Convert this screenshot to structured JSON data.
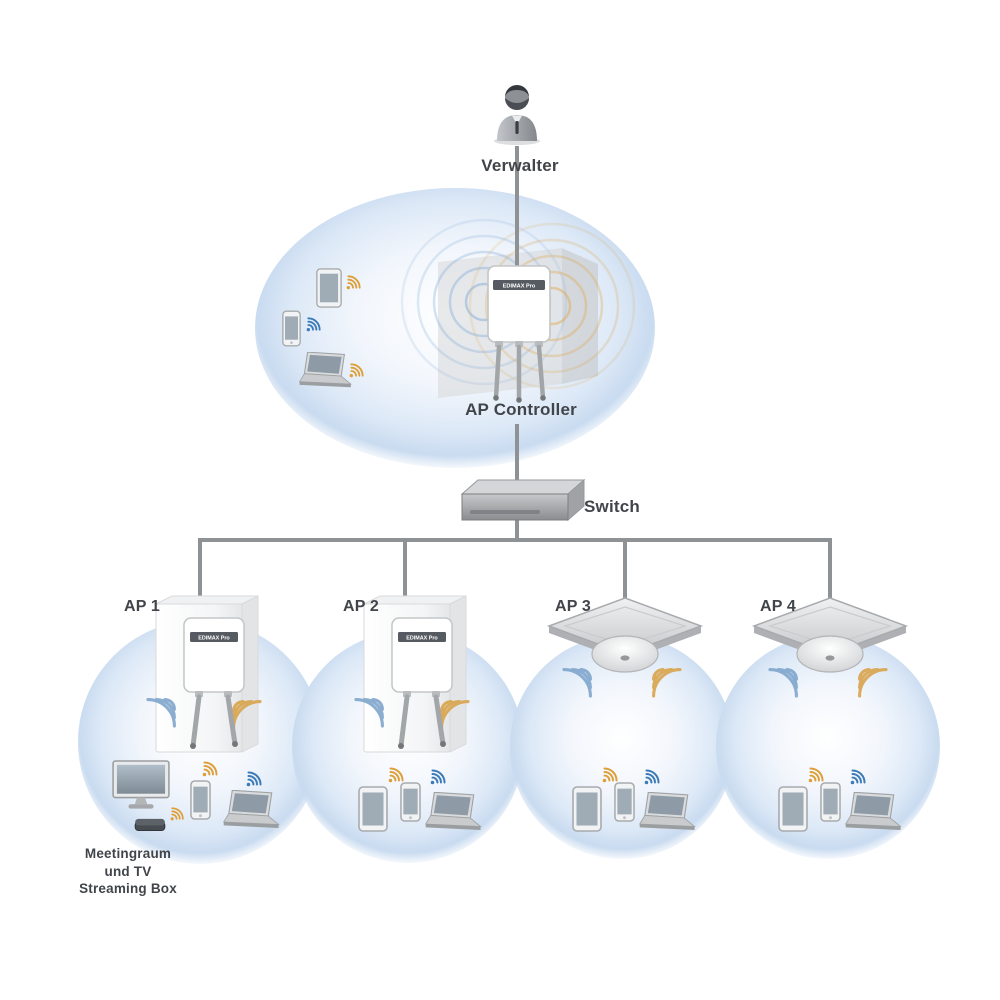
{
  "brand": {
    "name": "EDIMAX Pro"
  },
  "colors": {
    "connector_line": "#8f9295",
    "label_text": "#41454a",
    "wifi_orange": "#dd9f3a",
    "wifi_blue": "#3c7ab8",
    "coverage_blue": "#cfdff3"
  },
  "nodes": {
    "admin": {
      "label": "Verwalter"
    },
    "controller": {
      "label": "AP Controller"
    },
    "switch": {
      "label": "Switch"
    },
    "ap1": {
      "label": "AP 1"
    },
    "ap2": {
      "label": "AP 2"
    },
    "ap3": {
      "label": "AP 3"
    },
    "ap4": {
      "label": "AP 4"
    },
    "meeting_room": {
      "label": "Meetingraum\nund TV\nStreaming Box"
    }
  }
}
